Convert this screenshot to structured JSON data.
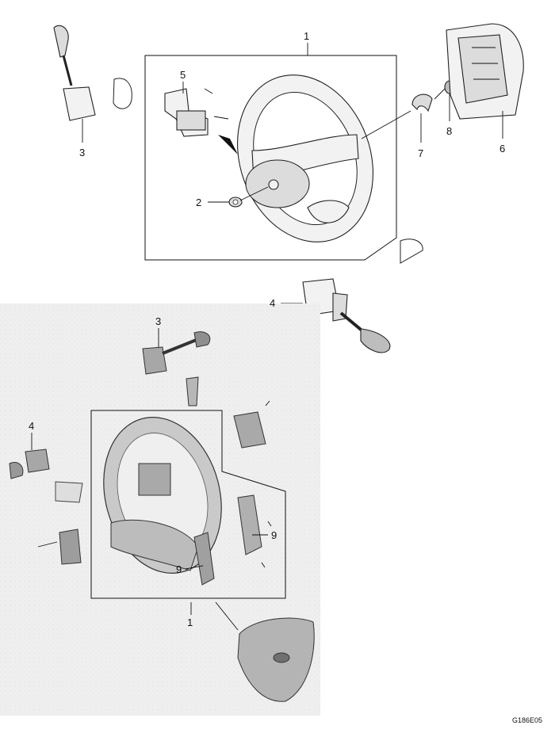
{
  "figure": {
    "code": "G186E05",
    "callouts_upper": {
      "steering_wheel": "1",
      "nut": "2",
      "wiper_switch": "3",
      "turn_signal_switch": "4",
      "clock_spring": "5",
      "airbag_module": "6",
      "ring": "7",
      "cap_nut": "8"
    },
    "callouts_lower": {
      "wiper_switch": "3",
      "turn_signal_switch": "4",
      "remote_control_switch_right": "9",
      "remote_control_switch_left": "9",
      "steering_wheel": "1"
    }
  }
}
